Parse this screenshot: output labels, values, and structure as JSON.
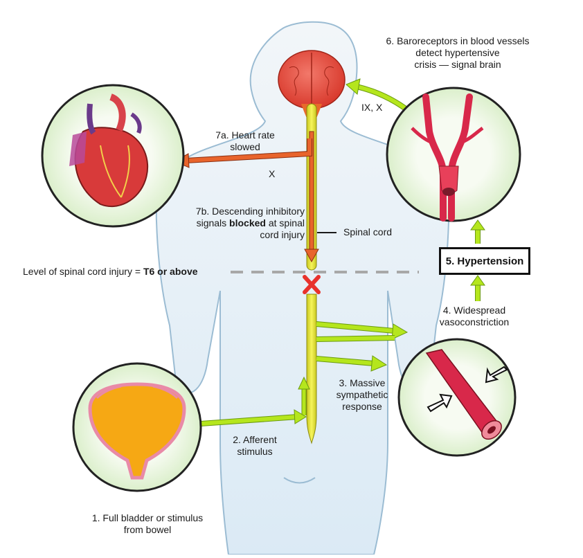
{
  "labels": {
    "step1_line1": "1. Full bladder or stimulus",
    "step1_line2": "from bowel",
    "step2_line1": "2. Afferent",
    "step2_line2": "stimulus",
    "step3_line1": "3. Massive",
    "step3_line2": "sympathetic",
    "step3_line3": "response",
    "step4_line1": "4. Widespread",
    "step4_line2": "vasoconstriction",
    "step5": "5. Hypertension",
    "step6_line1": "6. Baroreceptors in blood vessels",
    "step6_line2": "detect hypertensive",
    "step6_line3": "crisis — signal brain",
    "nerve_ix_x": "IX, X",
    "step7a_line1": "7a. Heart rate",
    "step7a_line2": "slowed",
    "nerve_x": "X",
    "step7b_line1": "7b. Descending inhibitory",
    "step7b_line2_pre": "signals ",
    "step7b_line2_bold": "blocked",
    "step7b_line2_post": " at spinal",
    "step7b_line3": "cord injury",
    "spinal_cord": "Spinal cord",
    "injury_level_pre": "Level of spinal cord injury = ",
    "injury_level_bold": "T6 or above"
  },
  "colors": {
    "arrow_green": "#b5e61d",
    "arrow_green_stroke": "#6a9a10",
    "arrow_orange": "#e8642c",
    "arrow_orange_stroke": "#8a2e10",
    "spinal_cord": "#f1ef3a",
    "brain": "#e84a3c",
    "body_fill_upper": "#e9f1f6",
    "body_fill_lower": "#d8eaf6",
    "body_outline": "#9bbcd3",
    "circle_fill": "#eaf6de",
    "injury_x": "#e8322c",
    "dash_line": "#a8a8a8",
    "bladder_fill": "#f6a814",
    "bladder_wall": "#e98aa7",
    "heart_red": "#d83a3a",
    "vessel_red": "#d8284a"
  }
}
